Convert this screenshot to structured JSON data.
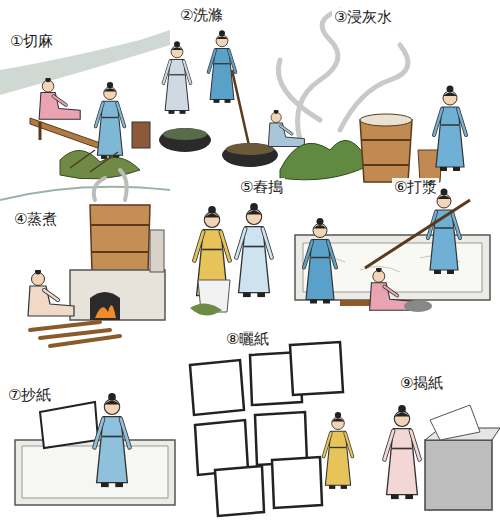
{
  "diagram": {
    "labels": [
      "①切麻",
      "②洗滌",
      "③浸灰水",
      "④蒸煮",
      "⑤舂搗",
      "⑥打漿",
      "⑦抄紙",
      "⑧曬紙",
      "⑨揭紙"
    ]
  }
}
